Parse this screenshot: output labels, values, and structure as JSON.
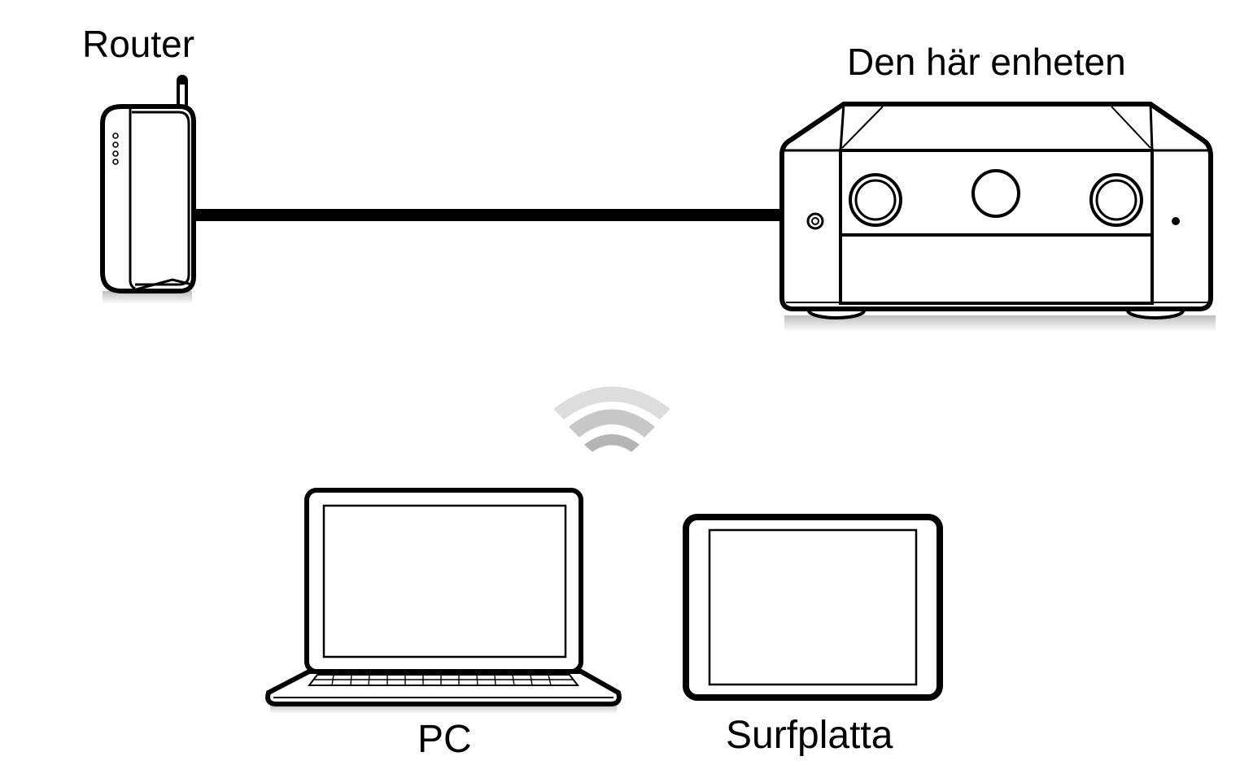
{
  "labels": {
    "router": "Router",
    "device": "Den här enheten",
    "pc": "PC",
    "tablet": "Surfplatta"
  },
  "colors": {
    "stroke": "#000000",
    "background": "#ffffff",
    "shadow": "#d0d0d0",
    "wifi_light": "#d9d9d9",
    "wifi_dark": "#b3b3b3"
  },
  "icons": [
    "router-icon",
    "av-receiver-icon",
    "wifi-icon",
    "laptop-icon",
    "tablet-icon"
  ]
}
